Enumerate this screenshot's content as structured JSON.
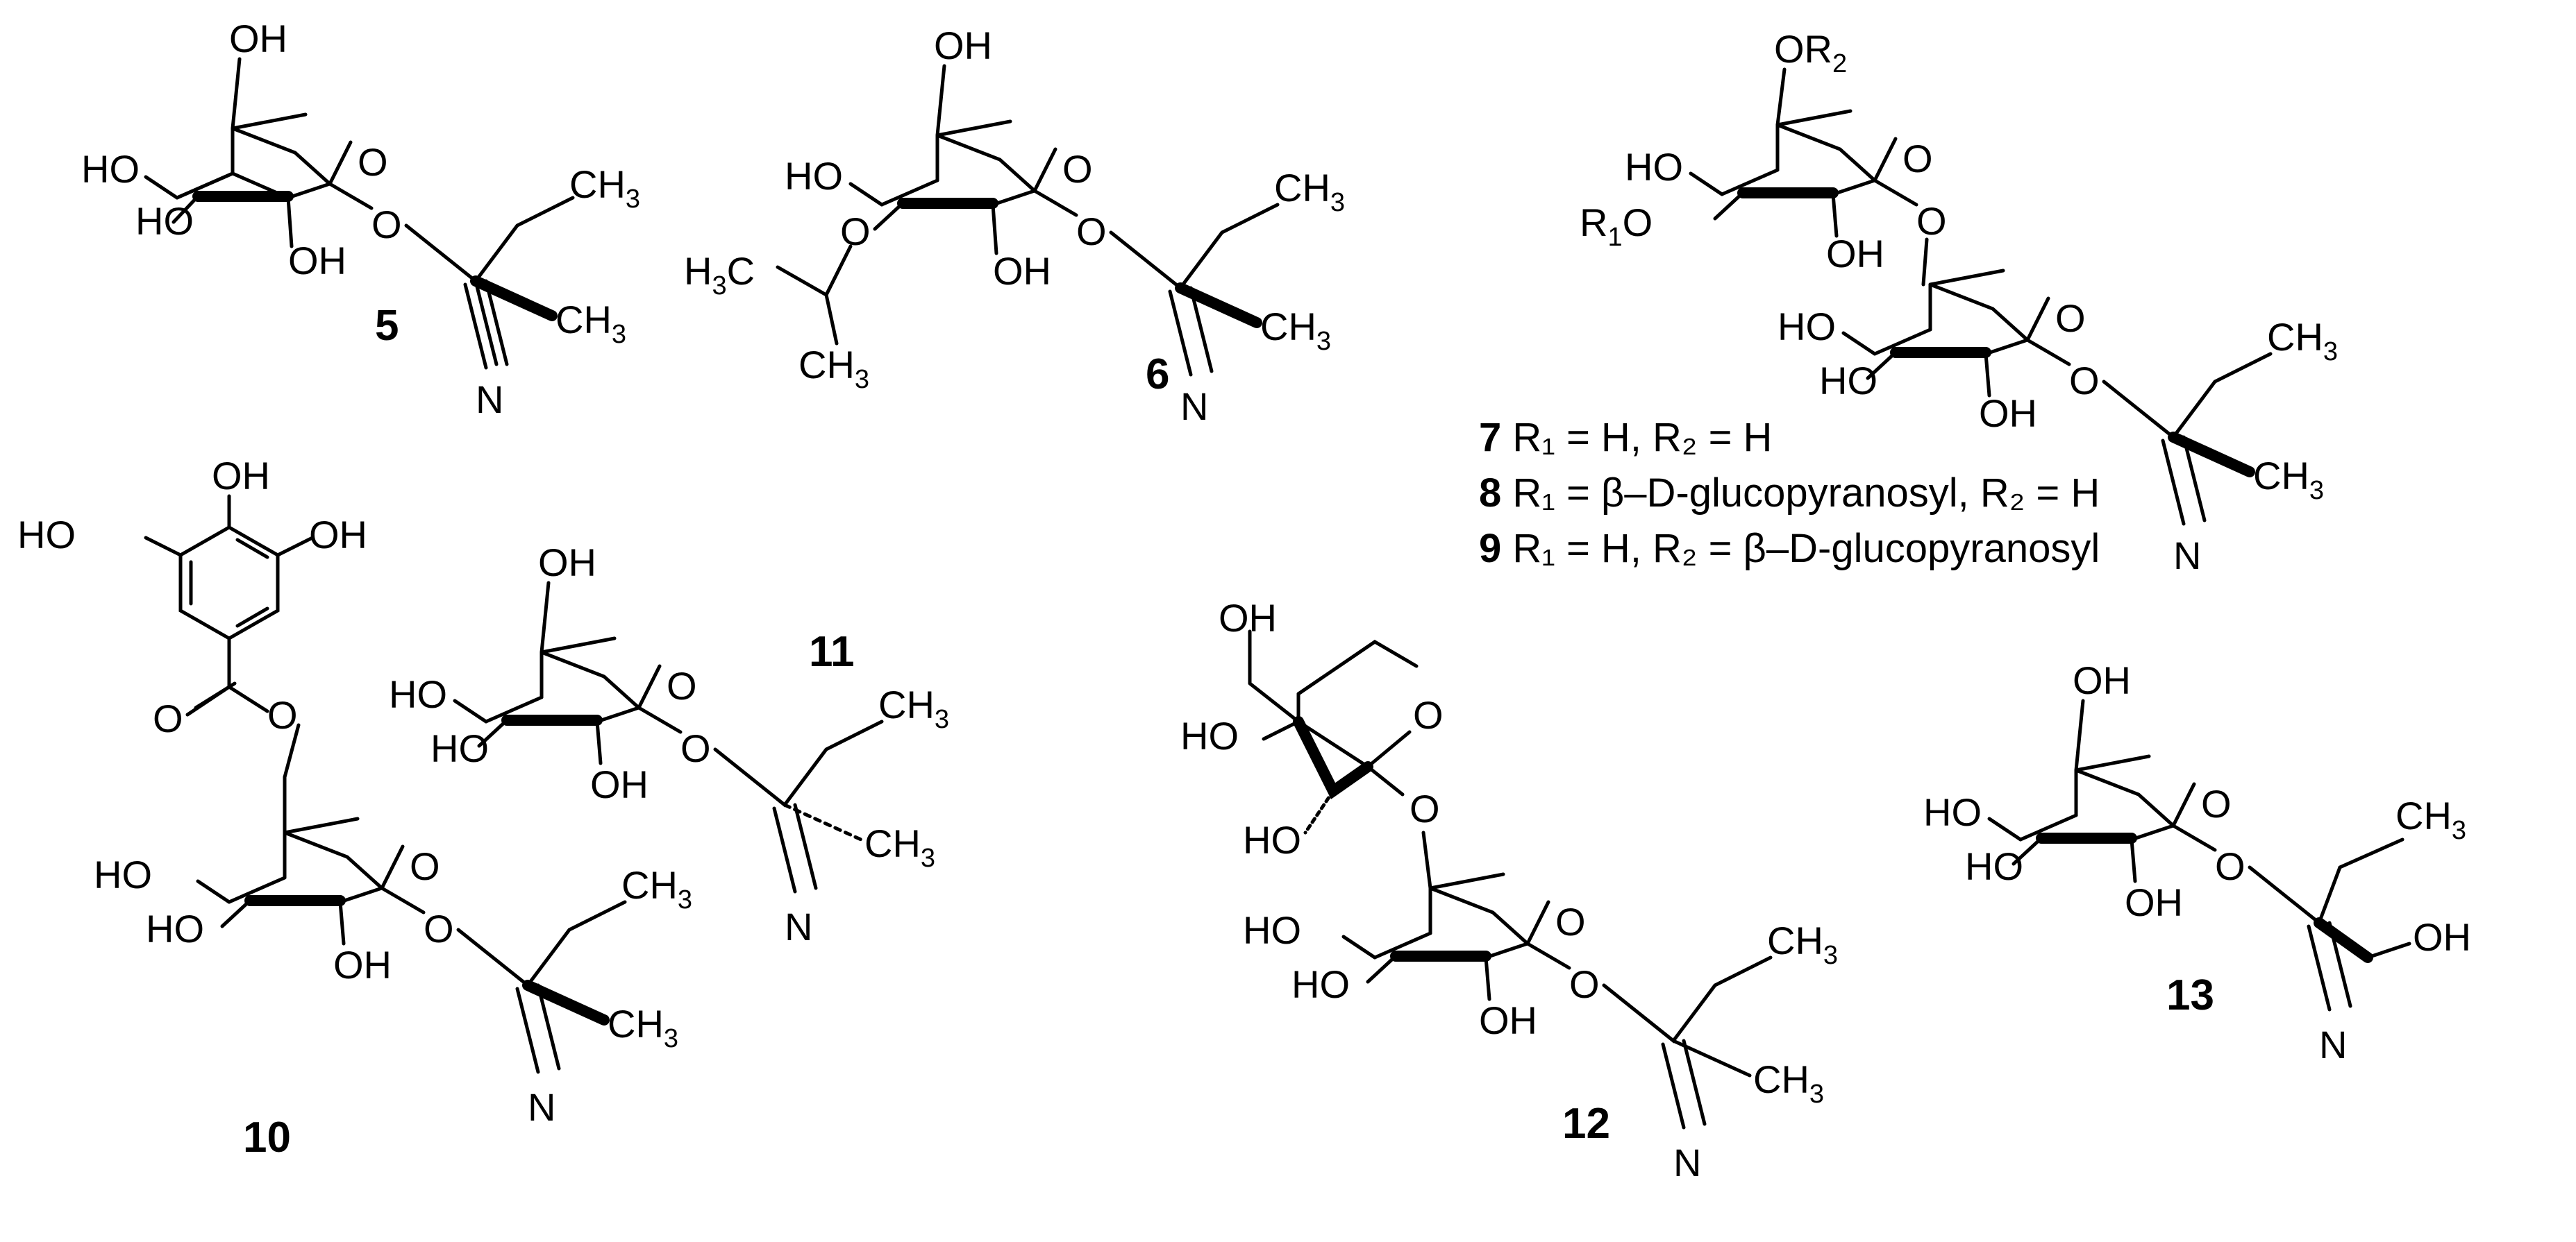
{
  "compounds": [
    {
      "number": "5"
    },
    {
      "number": "6"
    },
    {
      "number": "10"
    },
    {
      "number": "11"
    },
    {
      "number": "12"
    },
    {
      "number": "13"
    }
  ],
  "legend": [
    {
      "number": "7",
      "text": " R₁ = H, R₂ = H"
    },
    {
      "number": "8",
      "text": " R₁ = β–D-glucopyranosyl, R₂ = H"
    },
    {
      "number": "9",
      "text": " R₁ = H, R₂ = β–D-glucopyranosyl"
    }
  ]
}
